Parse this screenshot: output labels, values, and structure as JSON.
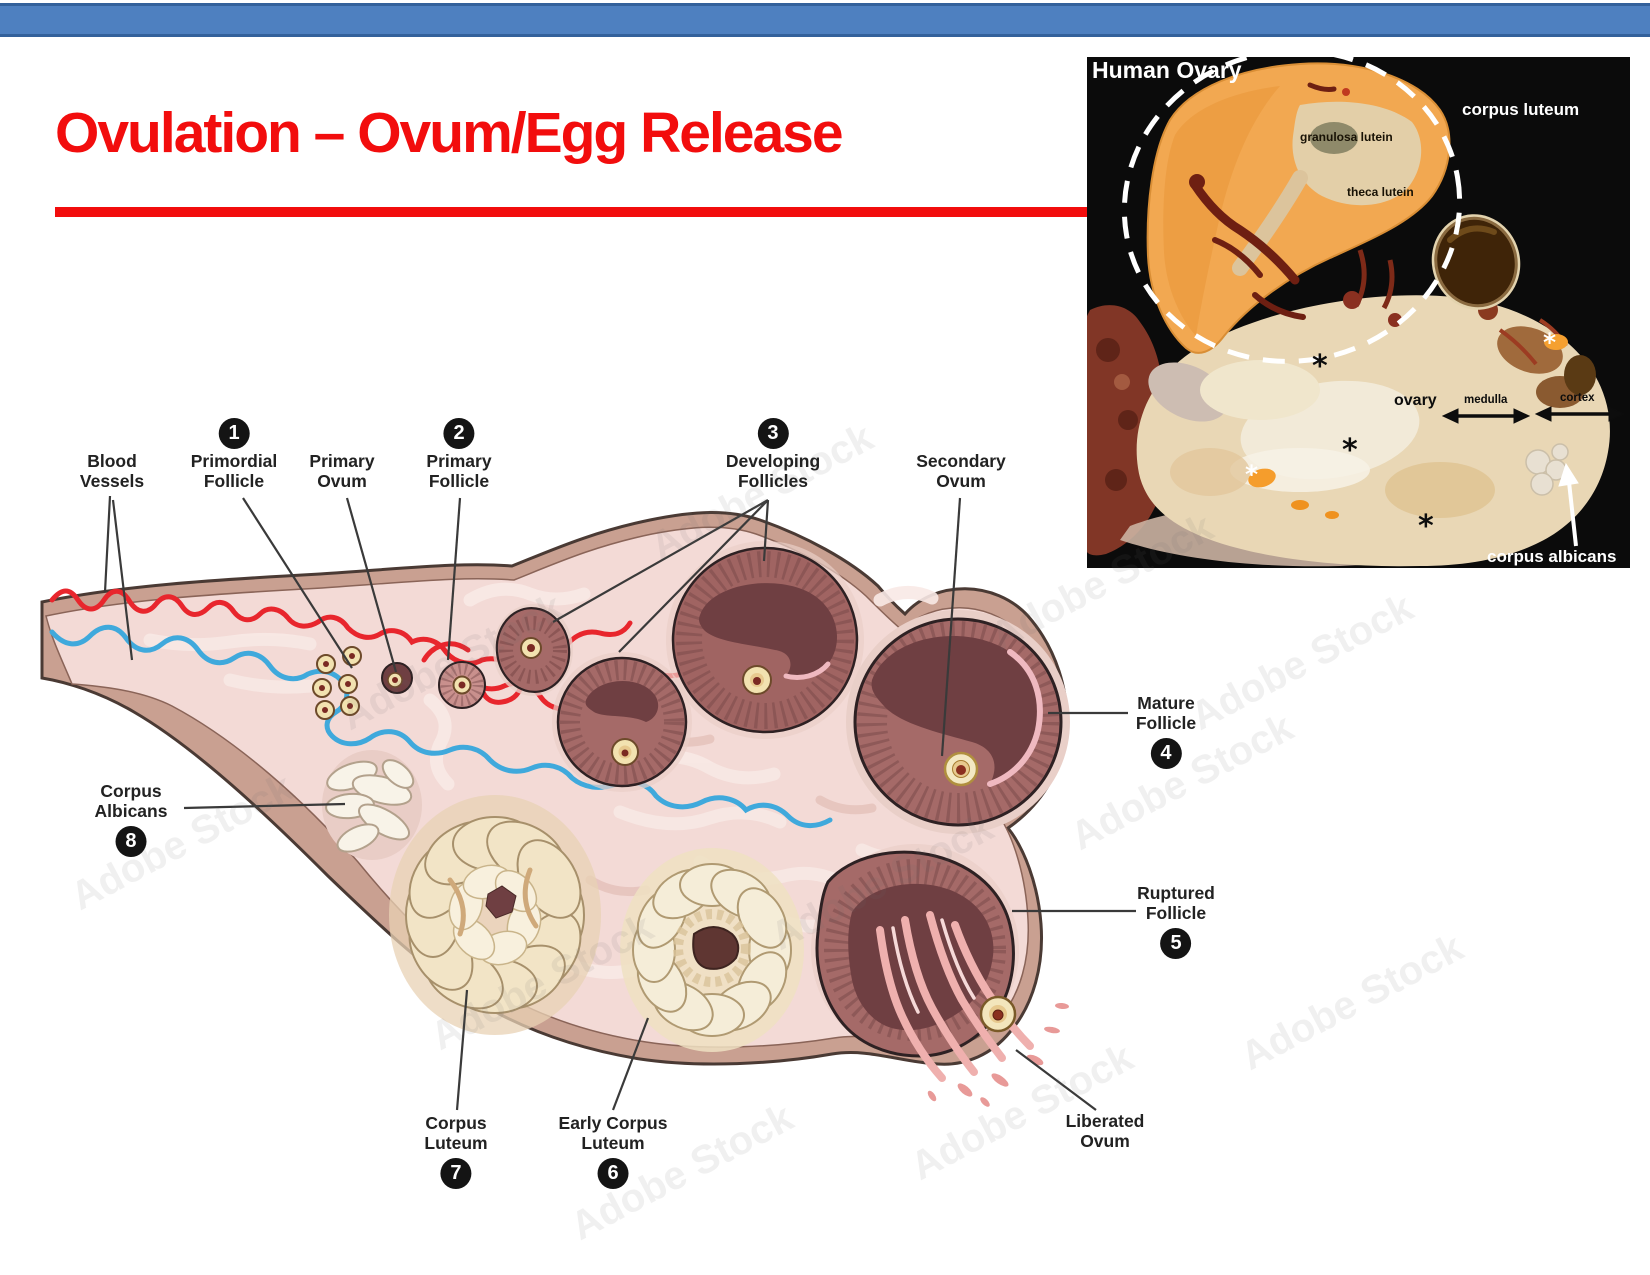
{
  "slide": {
    "title": "Ovulation – Ovum/Egg Release"
  },
  "photo": {
    "title": "Human Ovary",
    "corpus_luteum": "corpus luteum",
    "granulosa_lutein": "granulosa lutein",
    "theca_lutein": "theca lutein",
    "ovary": "ovary",
    "medulla": "medulla",
    "cortex": "cortex",
    "corpus_albicans": "corpus albicans",
    "asterisk": "*"
  },
  "diagram": {
    "labels": {
      "blood_vessels": {
        "line1": "Blood",
        "line2": "Vessels"
      },
      "primordial_follicle": {
        "num": "1",
        "line1": "Primordial",
        "line2": "Follicle"
      },
      "primary_ovum": {
        "line1": "Primary",
        "line2": "Ovum"
      },
      "primary_follicle": {
        "num": "2",
        "line1": "Primary",
        "line2": "Follicle"
      },
      "developing_follicles": {
        "num": "3",
        "line1": "Developing",
        "line2": "Follicles"
      },
      "secondary_ovum": {
        "line1": "Secondary",
        "line2": "Ovum"
      },
      "mature_follicle": {
        "num": "4",
        "line1": "Mature",
        "line2": "Follicle"
      },
      "ruptured_follicle": {
        "num": "5",
        "line1": "Ruptured",
        "line2": "Follicle"
      },
      "liberated_ovum": {
        "line1": "Liberated",
        "line2": "Ovum"
      },
      "early_corpus_luteum": {
        "num": "6",
        "line1": "Early Corpus",
        "line2": "Luteum"
      },
      "corpus_luteum": {
        "num": "7",
        "line1": "Corpus",
        "line2": "Luteum"
      },
      "corpus_albicans": {
        "num": "8",
        "line1": "Corpus",
        "line2": "Albicans"
      }
    }
  },
  "watermark": "Adobe Stock",
  "colors": {
    "header_bar": "#4e80c0",
    "title_red": "#f20d0d",
    "photo_bg": "#0b0b0b",
    "corpus_luteum_orange": "#f2a851",
    "artery_red": "#e8262d",
    "vein_blue": "#3fa9dc",
    "follicle_mauve": "#a56a68",
    "antrum_maroon": "#6f3f42",
    "stroma_pink": "#f3dad6"
  }
}
